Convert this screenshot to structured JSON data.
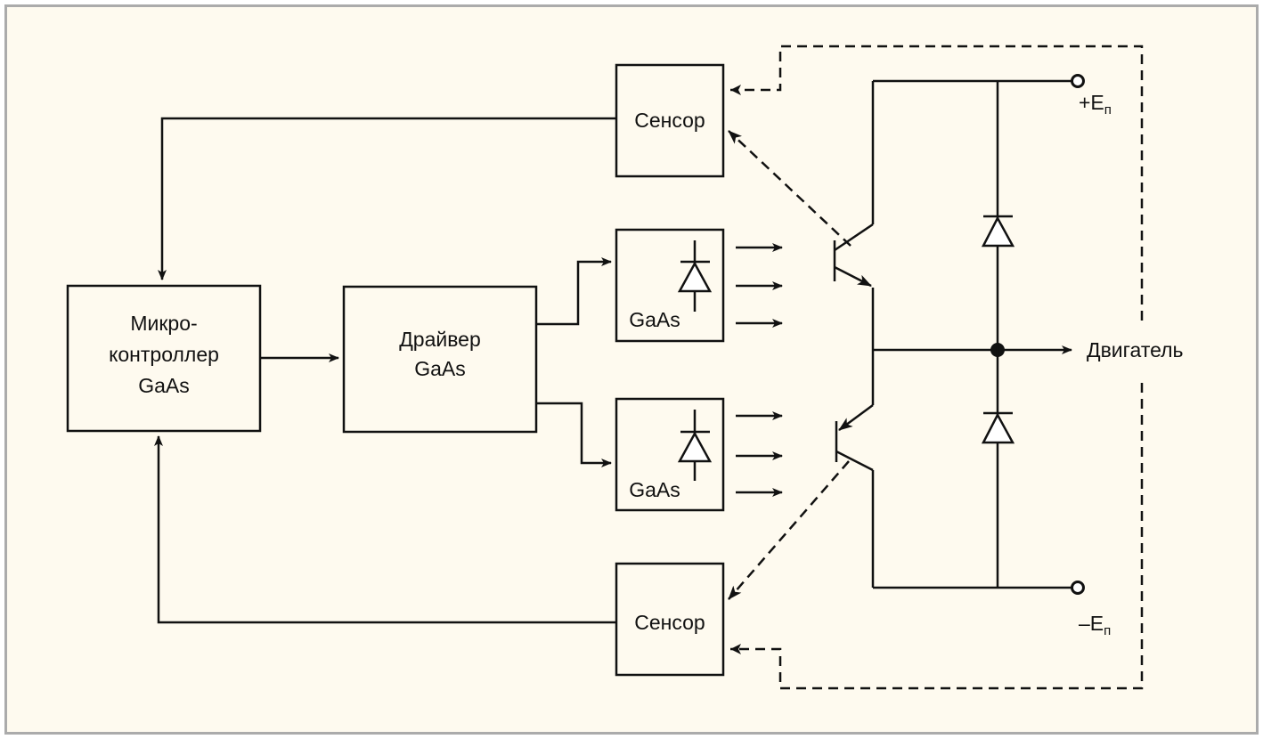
{
  "diagram": {
    "blocks": {
      "microcontroller": {
        "lines": [
          "Микро-",
          "контроллер",
          "GaAs"
        ]
      },
      "driver": {
        "lines": [
          "Драйвер",
          "GaAs"
        ]
      },
      "sensor_top": {
        "label": "Сенсор"
      },
      "sensor_bottom": {
        "label": "Сенсор"
      },
      "emitter_top": {
        "label": "GaAs"
      },
      "emitter_bottom": {
        "label": "GaAs"
      }
    },
    "terminals": {
      "plus": {
        "sign": "+E",
        "subscript": "п"
      },
      "minus": {
        "sign": "–E",
        "subscript": "п"
      }
    },
    "output": {
      "label": "Двигатель"
    },
    "colors": {
      "background": "#fefaef",
      "border": "#ababab",
      "line": "#111111"
    }
  }
}
